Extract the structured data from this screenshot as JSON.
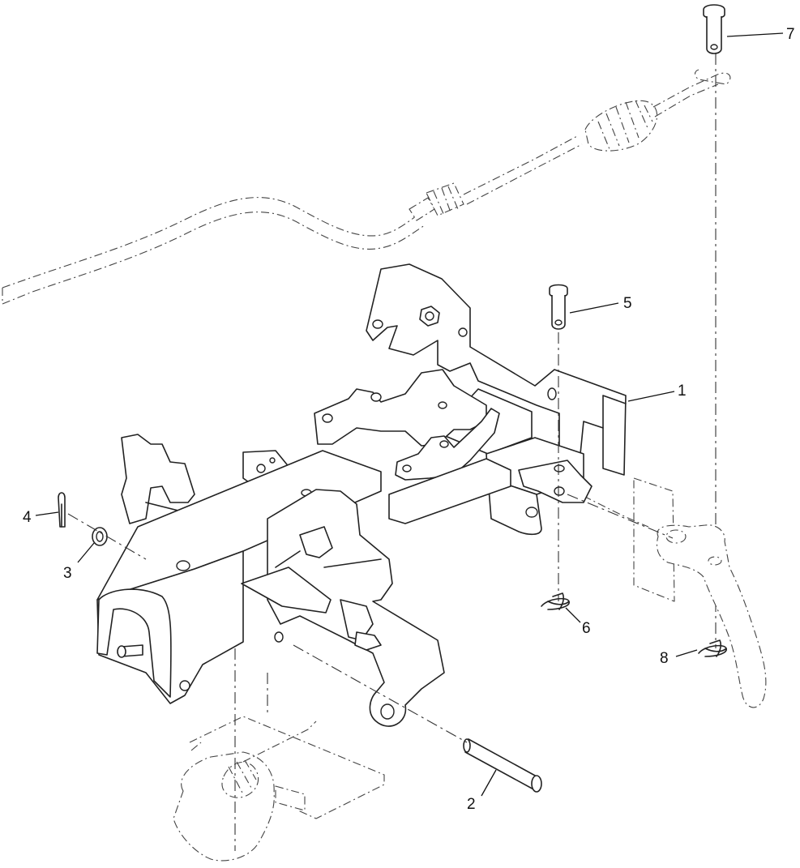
{
  "callouts": [
    {
      "label": "1"
    },
    {
      "label": "2"
    },
    {
      "label": "3"
    },
    {
      "label": "4"
    },
    {
      "label": "5"
    },
    {
      "label": "6"
    },
    {
      "label": "7"
    },
    {
      "label": "8"
    }
  ],
  "colors": {
    "line": "#222222",
    "background": "#ffffff"
  }
}
